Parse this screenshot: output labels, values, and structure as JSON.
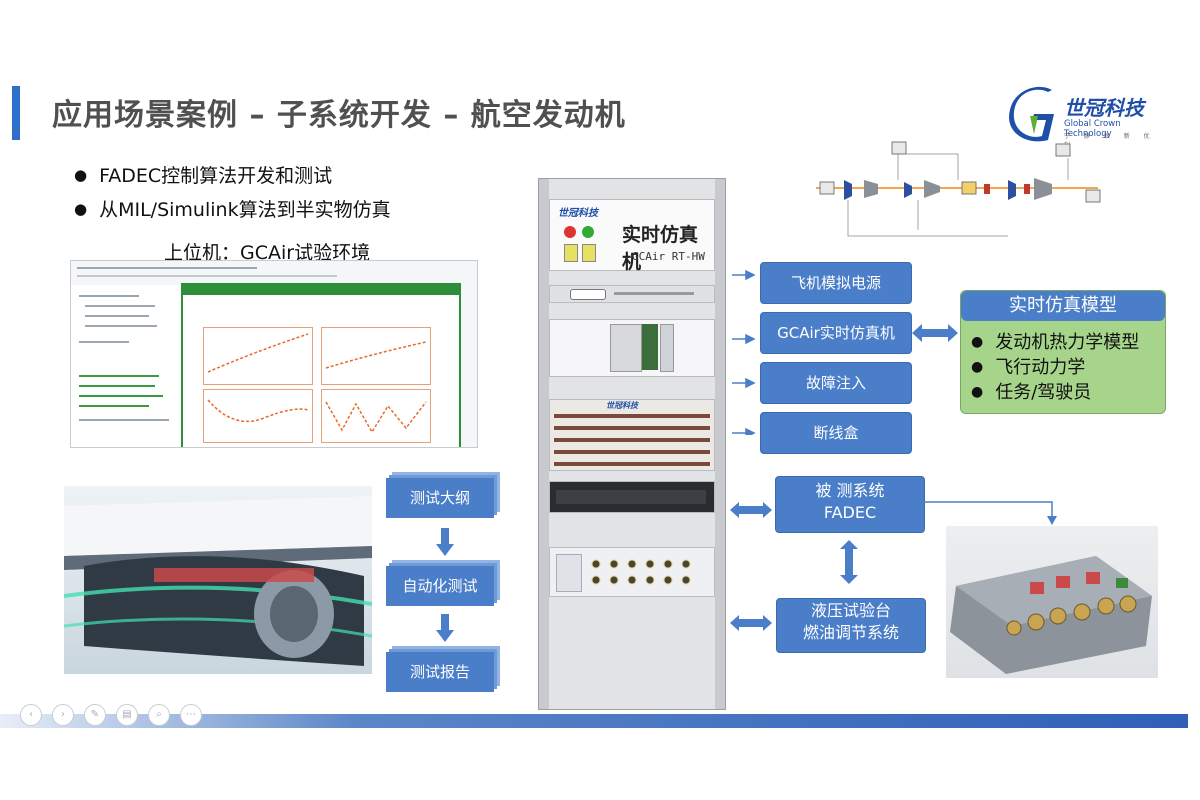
{
  "header": {
    "title": "应用场景案例 – 子系统开发 – 航空发动机",
    "accent_color": "#2f6fcc"
  },
  "logo": {
    "name_cn": "世冠科技",
    "name_en": "Global Crown Technology",
    "slogan": "宁 静 致 新 优 利"
  },
  "bullets": [
    "FADEC控制算法开发和测试",
    "从MIL/Simulink算法到半实物仿真"
  ],
  "host": {
    "label": "上位机：GCAir试验环境"
  },
  "process": {
    "steps": [
      "测试大纲",
      "自动化测试",
      "测试报告"
    ]
  },
  "rack": {
    "brand": "世冠科技",
    "title": "实时仿真机",
    "model": "GCAir RT-HW",
    "panel_brand": "世冠科技"
  },
  "modules": [
    "飞机模拟电源",
    "GCAir实时仿真机",
    "故障注入",
    "断线盒"
  ],
  "model_panel": {
    "title": "实时仿真模型",
    "items": [
      "发动机热力学模型",
      "飞行动力学",
      "任务/驾驶员"
    ]
  },
  "dut": {
    "line1": "被 测系统",
    "line2": "FADEC"
  },
  "hydraulic": {
    "line1": "液压试验台",
    "line2": "燃油调节系统"
  },
  "colors": {
    "box_blue": "#4a7ec9",
    "panel_green": "#a6d48a",
    "arrow_blue": "#4a7ec9"
  }
}
